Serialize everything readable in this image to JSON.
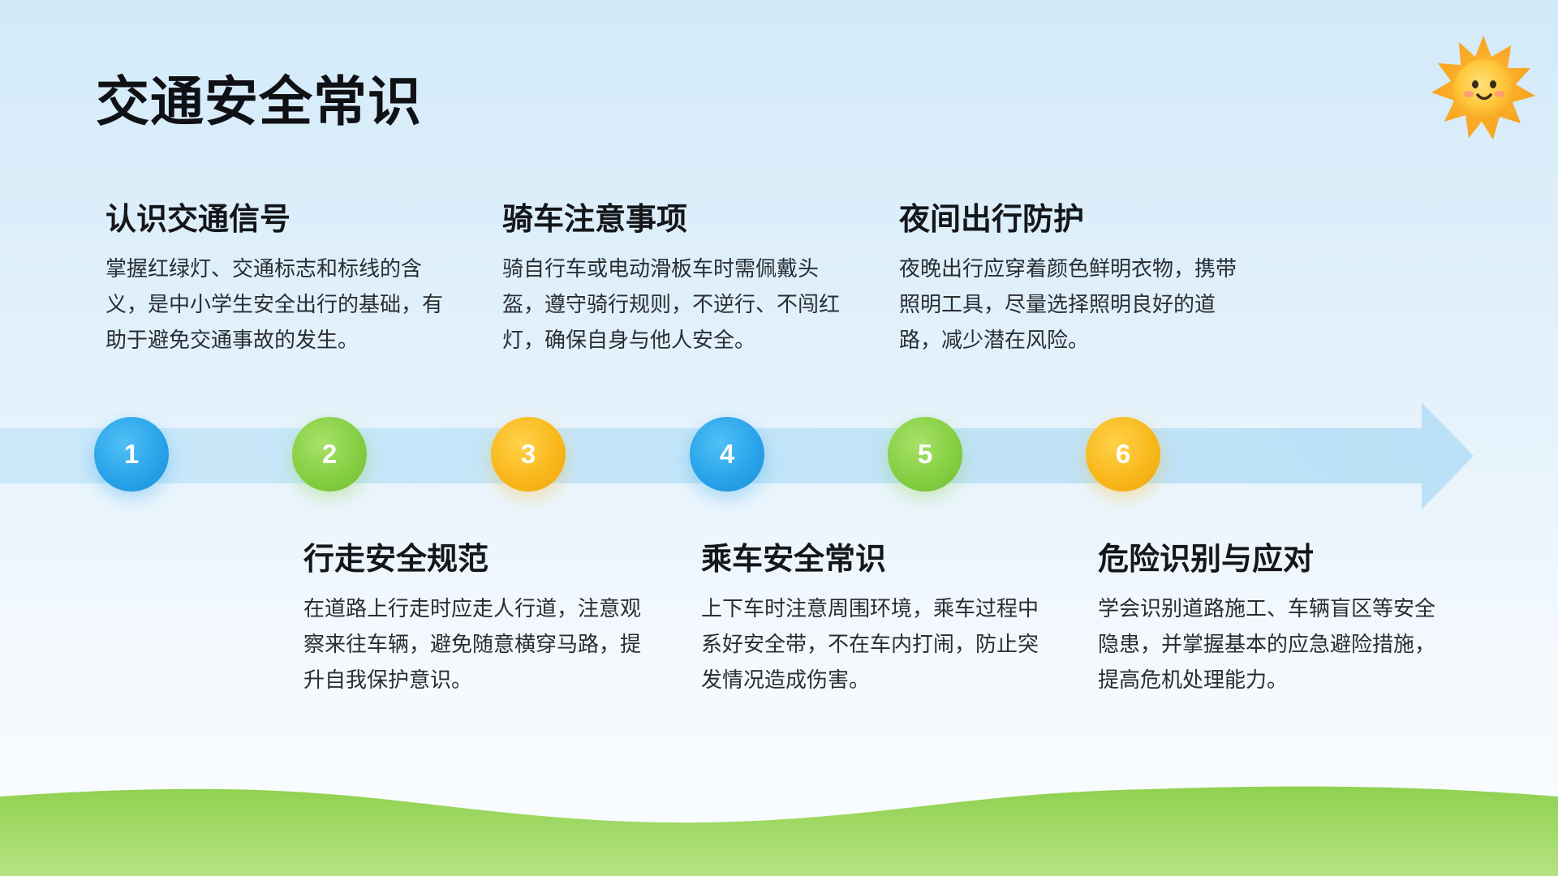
{
  "slide": {
    "title": "交通安全常识"
  },
  "steps": [
    {
      "number": "1",
      "title": "认识交通信号",
      "text": "掌握红绿灯、交通标志和标线的含义，是中小学生安全出行的基础，有助于避免交通事故的发生。"
    },
    {
      "number": "2",
      "title": "行走安全规范",
      "text": "在道路上行走时应走人行道，注意观察来往车辆，避免随意横穿马路，提升自我保护意识。"
    },
    {
      "number": "3",
      "title": "骑车注意事项",
      "text": "骑自行车或电动滑板车时需佩戴头盔，遵守骑行规则，不逆行、不闯红灯，确保自身与他人安全。"
    },
    {
      "number": "4",
      "title": "乘车安全常识",
      "text": "上下车时注意周围环境，乘车过程中系好安全带，不在车内打闹，防止突发情况造成伤害。"
    },
    {
      "number": "5",
      "title": "夜间出行防护",
      "text": "夜晚出行应穿着颜色鲜明衣物，携带照明工具，尽量选择照明良好的道路，减少潜在风险。"
    },
    {
      "number": "6",
      "title": "危险识别与应对",
      "text": "学会识别道路施工、车辆盲区等安全隐患，并掌握基本的应急避险措施，提高危机处理能力。"
    }
  ],
  "colors": {
    "blue": "#2aa4ea",
    "green": "#86cf43",
    "orange": "#f9b81c",
    "arrow": "#b9e0f7",
    "grass": "#8fd14f"
  },
  "icons": {
    "sun": "smiling-sun-icon",
    "timeline": "arrow-right-icon"
  }
}
